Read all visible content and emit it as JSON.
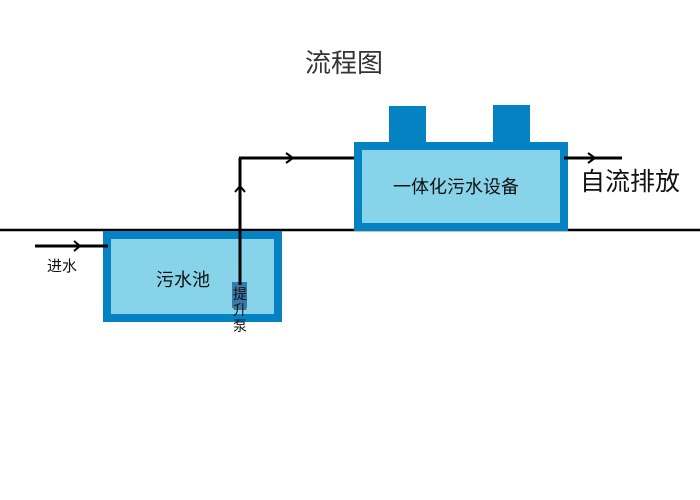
{
  "diagram": {
    "title": "流程图",
    "labels": {
      "inlet": "进水",
      "sewage_tank": "污水池",
      "pump_chars": [
        "提",
        "升",
        "泵"
      ],
      "equipment": "一体化污水设备",
      "outlet": "自流排放"
    }
  },
  "colors": {
    "tank_border": "#0582c2",
    "tank_fill": "#87d3ea",
    "line": "#000000",
    "background": "#ffffff"
  }
}
